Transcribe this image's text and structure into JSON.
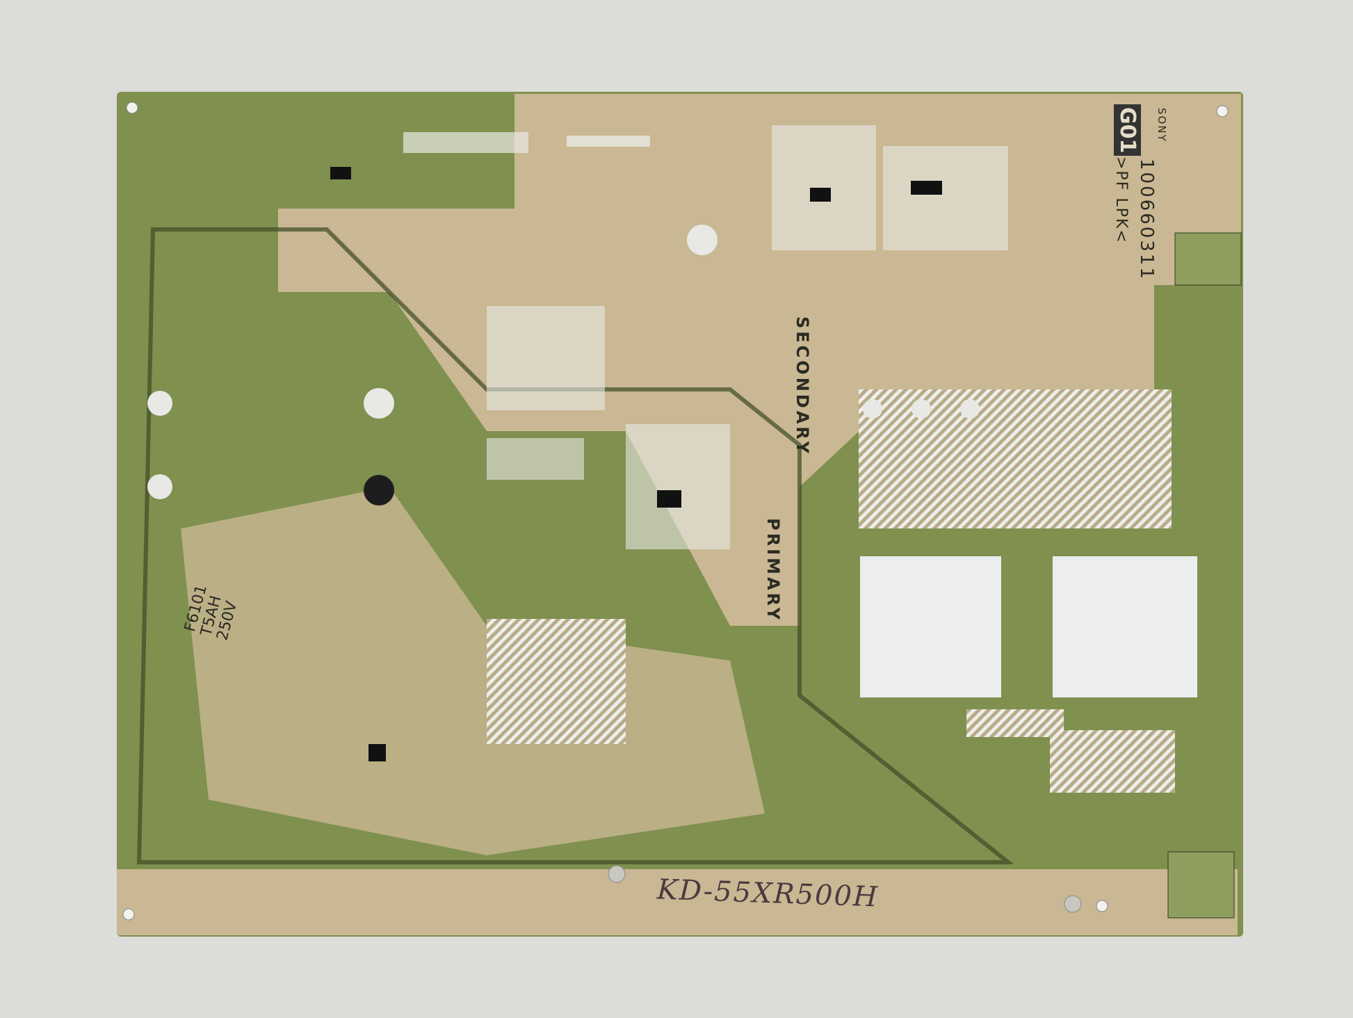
{
  "board": {
    "brand": "SONY",
    "board_code": "G01",
    "material_mark": ">PF LPK<",
    "part_number": "100660311",
    "region_secondary": "SECONDARY",
    "region_primary": "PRIMARY",
    "fuse_ref": "F6101",
    "fuse_rating": "T5AH",
    "fuse_voltage": "250V",
    "handwritten_model": "KD-55XR500H"
  },
  "colors": {
    "background": "#dcdcd8",
    "board_green": "#7c8d4e",
    "copper_tan": "#c9b893",
    "solder": "#e8e8e4",
    "thermal_pad": "#ecedee"
  }
}
